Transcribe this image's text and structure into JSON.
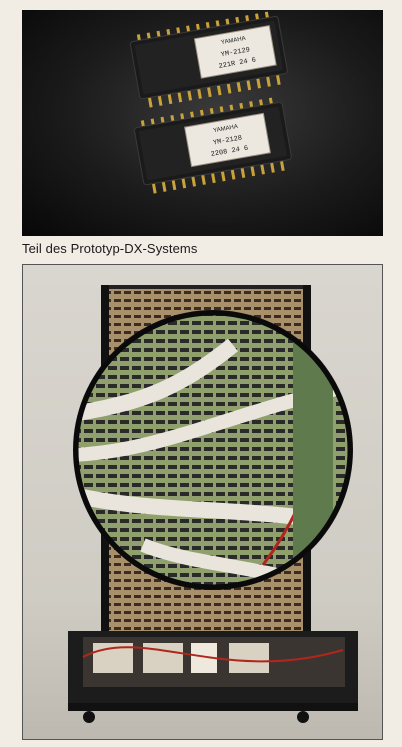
{
  "caption": "Teil des Prototyp-DX-Systems",
  "photo1": {
    "subject": "chip-photo",
    "chip_top": {
      "brand": "YAMAHA",
      "line1": "YM-2129",
      "line2": "221R 24 6"
    },
    "chip_bottom": {
      "brand": "YAMAHA",
      "line1": "YM-2128",
      "line2": "2208 24 6"
    }
  },
  "photo2": {
    "subject": "prototype-rack-photo"
  },
  "colors": {
    "page": "#f1ece4",
    "pcb_green": "#5f7a4c",
    "chip_body": "#1a1a1a",
    "gold": "#c9a23a",
    "cable_red": "#b0261c"
  }
}
